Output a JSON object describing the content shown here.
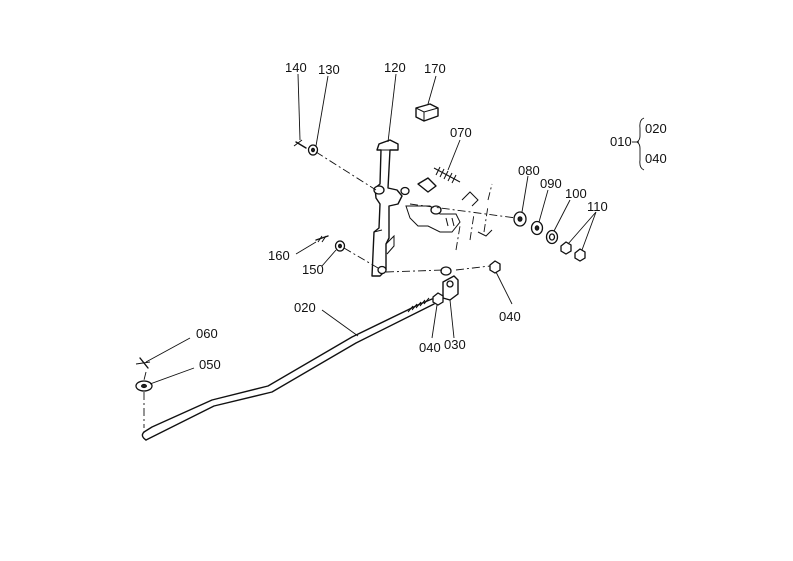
{
  "diagram": {
    "callouts": {
      "p140": "140",
      "p130": "130",
      "p120": "120",
      "p170": "170",
      "p070": "070",
      "p080": "080",
      "p090": "090",
      "p100": "100",
      "p110": "110",
      "p160": "160",
      "p150": "150",
      "p020": "020",
      "p040a": "040",
      "p040b": "040",
      "p030": "030",
      "p060": "060",
      "p050": "050"
    },
    "legend": {
      "assembly": "010",
      "member1": "020",
      "member2": "040"
    }
  }
}
